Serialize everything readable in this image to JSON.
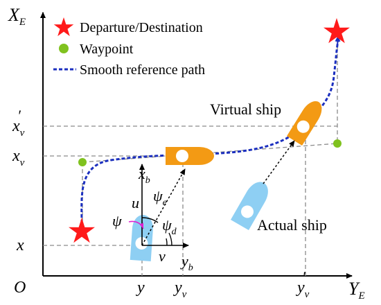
{
  "axes": {
    "x_axis_main": "X",
    "x_axis_sub": "E",
    "y_axis_main": "Y",
    "y_axis_sub": "E",
    "origin": "O"
  },
  "legend": {
    "items": [
      {
        "label": "Departure/Destination",
        "icon": "red-star-icon",
        "color": "#ff1a1a"
      },
      {
        "label": "Waypoint",
        "icon": "green-dot-icon",
        "color": "#80c21f"
      },
      {
        "label": "Smooth reference path",
        "icon": "blue-dashed-line-icon",
        "color": "#1b2fbf"
      }
    ]
  },
  "ticks": {
    "x_prime_main": "x",
    "x_prime_sub": "v",
    "x_prime_mark": "′",
    "xv_main": "x",
    "xv_sub": "v",
    "x_plain": "x",
    "y_plain": "y",
    "yv_main": "y",
    "yv_sub": "v",
    "y_prime_main": "y",
    "y_prime_sub": "v",
    "y_prime_mark": "′"
  },
  "labels": {
    "virtual_ship": "Virtual ship",
    "actual_ship": "Actual ship",
    "psi": "ψ",
    "psi_e_main": "ψ",
    "psi_e_sub": "e",
    "psi_d_main": "ψ",
    "psi_d_sub": "d",
    "u": "u",
    "v": "v",
    "xb_main": "x",
    "xb_sub": "b",
    "yb_main": "y",
    "yb_sub": "b"
  },
  "colors": {
    "ship_virtual": "#f39a14",
    "ship_actual": "#8ecff3",
    "path": "#1b2fbf",
    "star": "#ff1a1a",
    "waypoint": "#80c21f",
    "psi_arc": "#e020d0"
  }
}
